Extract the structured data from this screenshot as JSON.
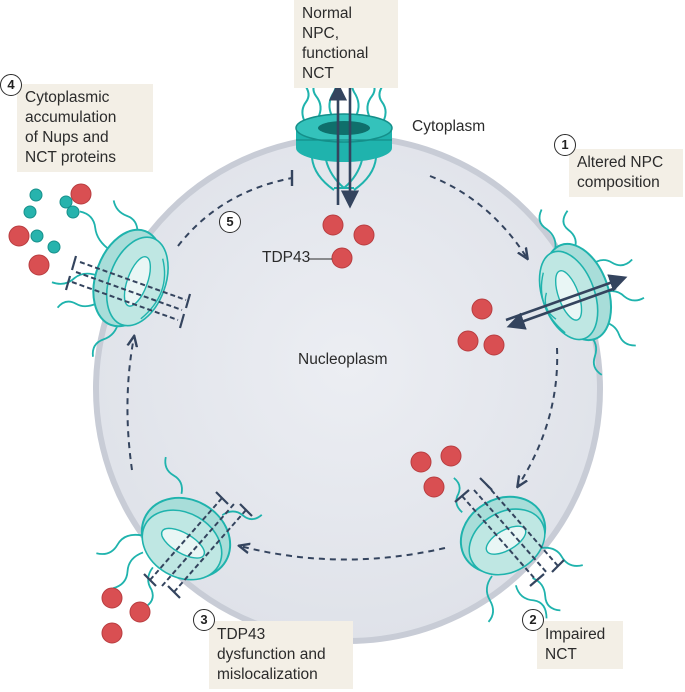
{
  "labels": {
    "normal_npc": "Normal NPC,\nfunctional\nNCT",
    "cytoplasm": "Cytoplasm",
    "nucleoplasm": "Nucleoplasm",
    "tdp43": "TDP43",
    "step1": "Altered NPC\ncomposition",
    "step2": "Impaired\nNCT",
    "step3": "TDP43\ndysfunction and\nmislocalization",
    "step4": "Cytoplasmic\naccumulation\nof Nups and\nNCT proteins"
  },
  "step_numbers": {
    "n1": "1",
    "n2": "2",
    "n3": "3",
    "n4": "4",
    "n5": "5"
  },
  "colors": {
    "nucleus_fill": "#e4e6ec",
    "nucleus_rim": "#c8ccd6",
    "pore_teal": "#1fb3ad",
    "pore_light": "#a8ddd9",
    "arrow_navy": "#34445e",
    "protein_red": "#d94f52",
    "nup_teal": "#27b3ad",
    "label_box": "#f3efe6"
  }
}
